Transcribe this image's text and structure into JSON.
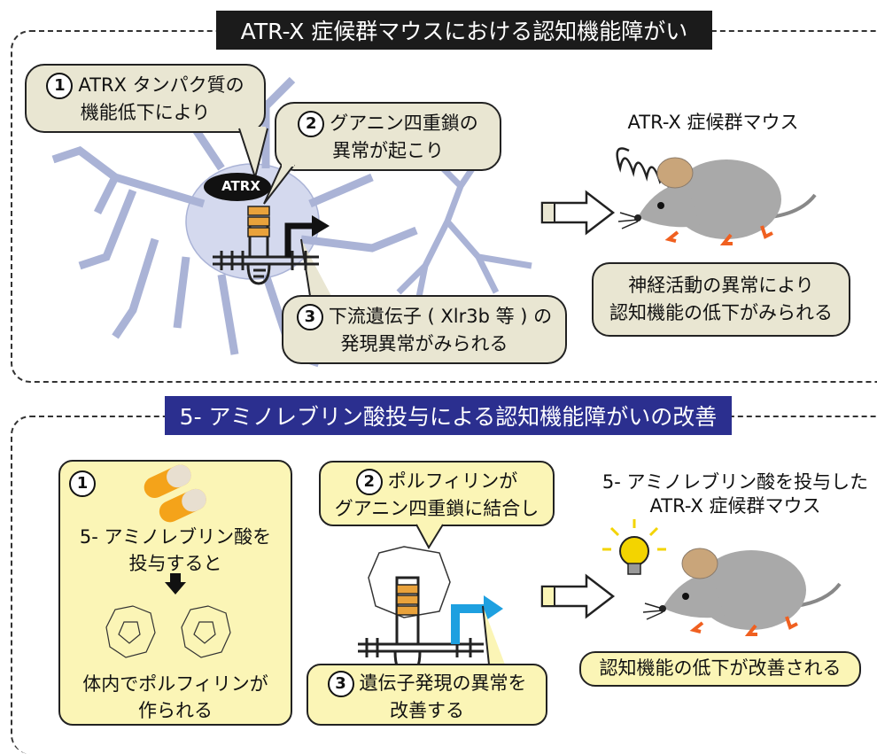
{
  "top": {
    "title": "ATR-X 症候群マウスにおける認知機能障がい",
    "step1_num": "1",
    "step1_line1": "ATRX タンパク質の",
    "step1_line2": "機能低下により",
    "step2_num": "2",
    "step2_line1": "グアニン四重鎖の",
    "step2_line2": "異常が起こり",
    "step3_num": "3",
    "step3_line1": "下流遺伝子 ( Xlr3b 等 ) の",
    "step3_line2": "発現異常がみられる",
    "atrx_label": "ATRX",
    "mouse_title": "ATR-X 症候群マウス",
    "result_line1": "神経活動の異常により",
    "result_line2": "認知機能の低下がみられる"
  },
  "bottom": {
    "title": "5- アミノレブリン酸投与による認知機能障がいの改善",
    "step1_num": "1",
    "step1_line1": "5- アミノレブリン酸を",
    "step1_line2": "投与すると",
    "step1_line3": "体内でポルフィリンが",
    "step1_line4": "作られる",
    "step2_num": "2",
    "step2_line1": "ポルフィリンが",
    "step2_line2": "グアニン四重鎖に結合し",
    "step3_num": "3",
    "step3_line1": "遺伝子発現の異常を",
    "step3_line2": "改善する",
    "mouse_title_line1": "5- アミノレブリン酸を投与した",
    "mouse_title_line2": "ATR-X 症候群マウス",
    "result": "認知機能の低下が改善される"
  },
  "colors": {
    "bubble": "#e9e6d2",
    "yellow_box": "#fbf5b6",
    "neuron": "#d4d9ee",
    "blue_title": "#2b2f8f",
    "mouse": "#a9a9a9",
    "ear": "#c9a57a",
    "feet": "#f06020",
    "capsule": "#f4a31a",
    "bulb": "#f3d400",
    "blue_arrow": "#1ea0e0"
  }
}
